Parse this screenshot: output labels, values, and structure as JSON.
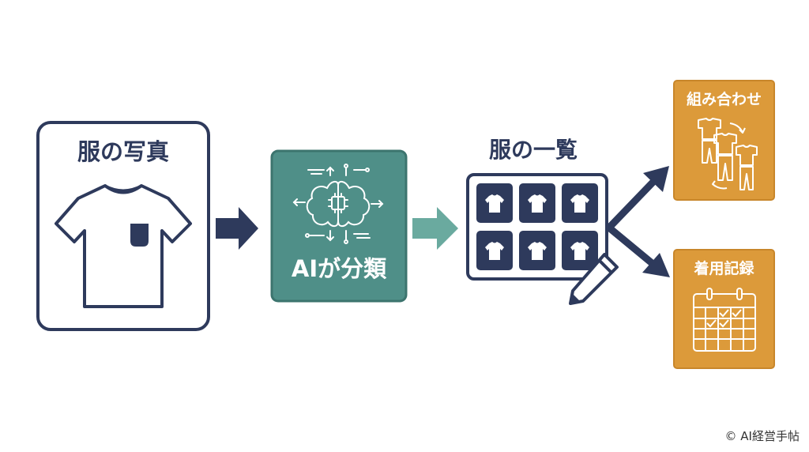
{
  "colors": {
    "navy": "#2e3a5c",
    "teal": "#4f8f88",
    "teal_light": "#6aaa9f",
    "orange": "#dc9a3a",
    "white": "#ffffff"
  },
  "nodes": {
    "photo": {
      "title": "服の写真",
      "icon": "tshirt-icon"
    },
    "ai": {
      "title": "AIが分類",
      "icon": "ai-brain-chip-icon"
    },
    "list": {
      "title": "服の一覧",
      "icon": "clothing-grid-icon"
    },
    "combo": {
      "title": "組み合わせ",
      "icon": "outfit-combination-icon"
    },
    "record": {
      "title": "着用記録",
      "icon": "calendar-icon"
    }
  },
  "edges": [
    {
      "from": "photo",
      "to": "ai"
    },
    {
      "from": "ai",
      "to": "list"
    },
    {
      "from": "list",
      "to": "combo"
    },
    {
      "from": "list",
      "to": "record"
    }
  ],
  "footer": {
    "copyright": "© AI経営手帖"
  }
}
